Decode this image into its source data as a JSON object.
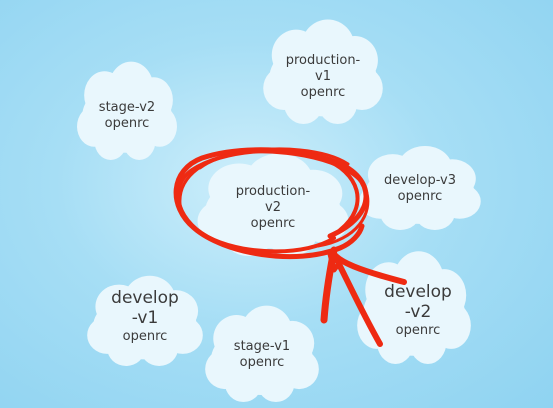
{
  "clouds": {
    "production_v1": {
      "lines": [
        "production-",
        "v1",
        "openrc"
      ]
    },
    "stage_v2": {
      "lines": [
        "stage-v2",
        "openrc"
      ]
    },
    "production_v2": {
      "lines": [
        "production-",
        "v2",
        "openrc"
      ]
    },
    "develop_v3": {
      "lines": [
        "develop-v3",
        "openrc"
      ]
    },
    "develop_v1": {
      "lines": [
        "develop",
        "-v1",
        "openrc"
      ]
    },
    "develop_v2": {
      "lines": [
        "develop",
        "-v2",
        "openrc"
      ]
    },
    "stage_v1": {
      "lines": [
        "stage-v1",
        "openrc"
      ]
    }
  },
  "annotation": {
    "color": "#ee2a12"
  }
}
